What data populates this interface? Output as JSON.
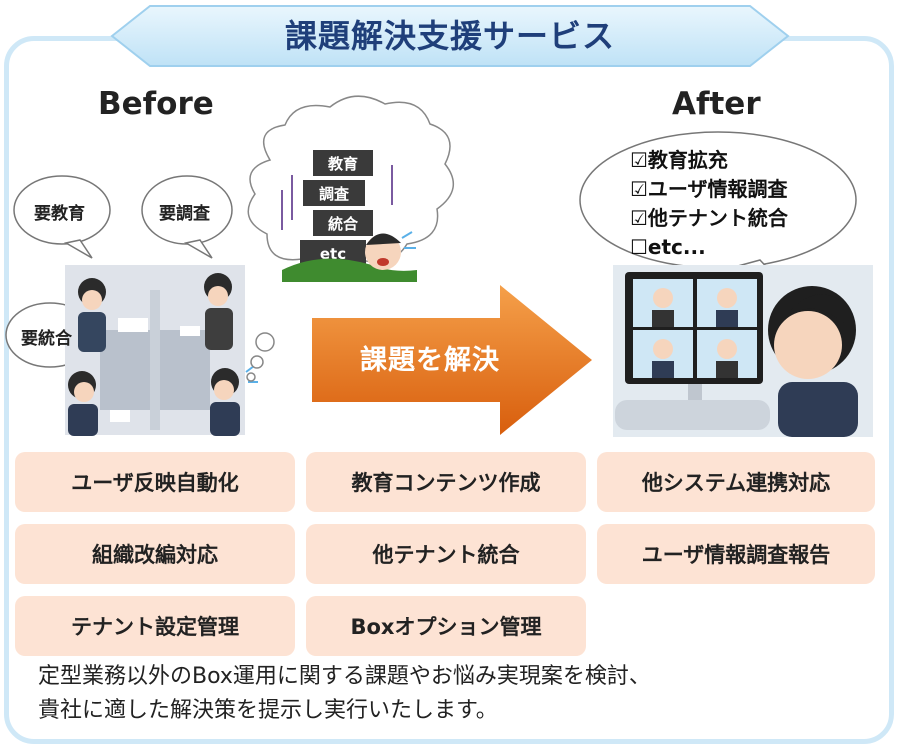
{
  "title": "課題解決支援サービス",
  "before": {
    "label": "Before",
    "bubbles": [
      "要教育",
      "要調査",
      "要統合"
    ],
    "stack": [
      "教育",
      "調査",
      "統合",
      "etc"
    ]
  },
  "after": {
    "label": "After",
    "checklist": [
      "☑教育拡充",
      "☑ユーザ情報調査",
      "☑他テナント統合",
      "☐etc..."
    ]
  },
  "arrow_label": "課題を解決",
  "services": [
    "ユーザ反映自動化",
    "教育コンテンツ作成",
    "他システム連携対応",
    "組織改編対応",
    "他テナント統合",
    "ユーザ情報調査報告",
    "テナント設定管理",
    "Boxオプション管理"
  ],
  "footer": {
    "line1": "定型業務以外のBox運用に関する課題やお悩み実現案を検討、",
    "line2": "貴社に適した解決策を提示し実行いたします。"
  },
  "colors": {
    "frame": "#cfe8f7",
    "banner": "#d7eefa",
    "title": "#1f3f7a",
    "card": "#fde3d4",
    "arrow": "#ee7a1c"
  }
}
